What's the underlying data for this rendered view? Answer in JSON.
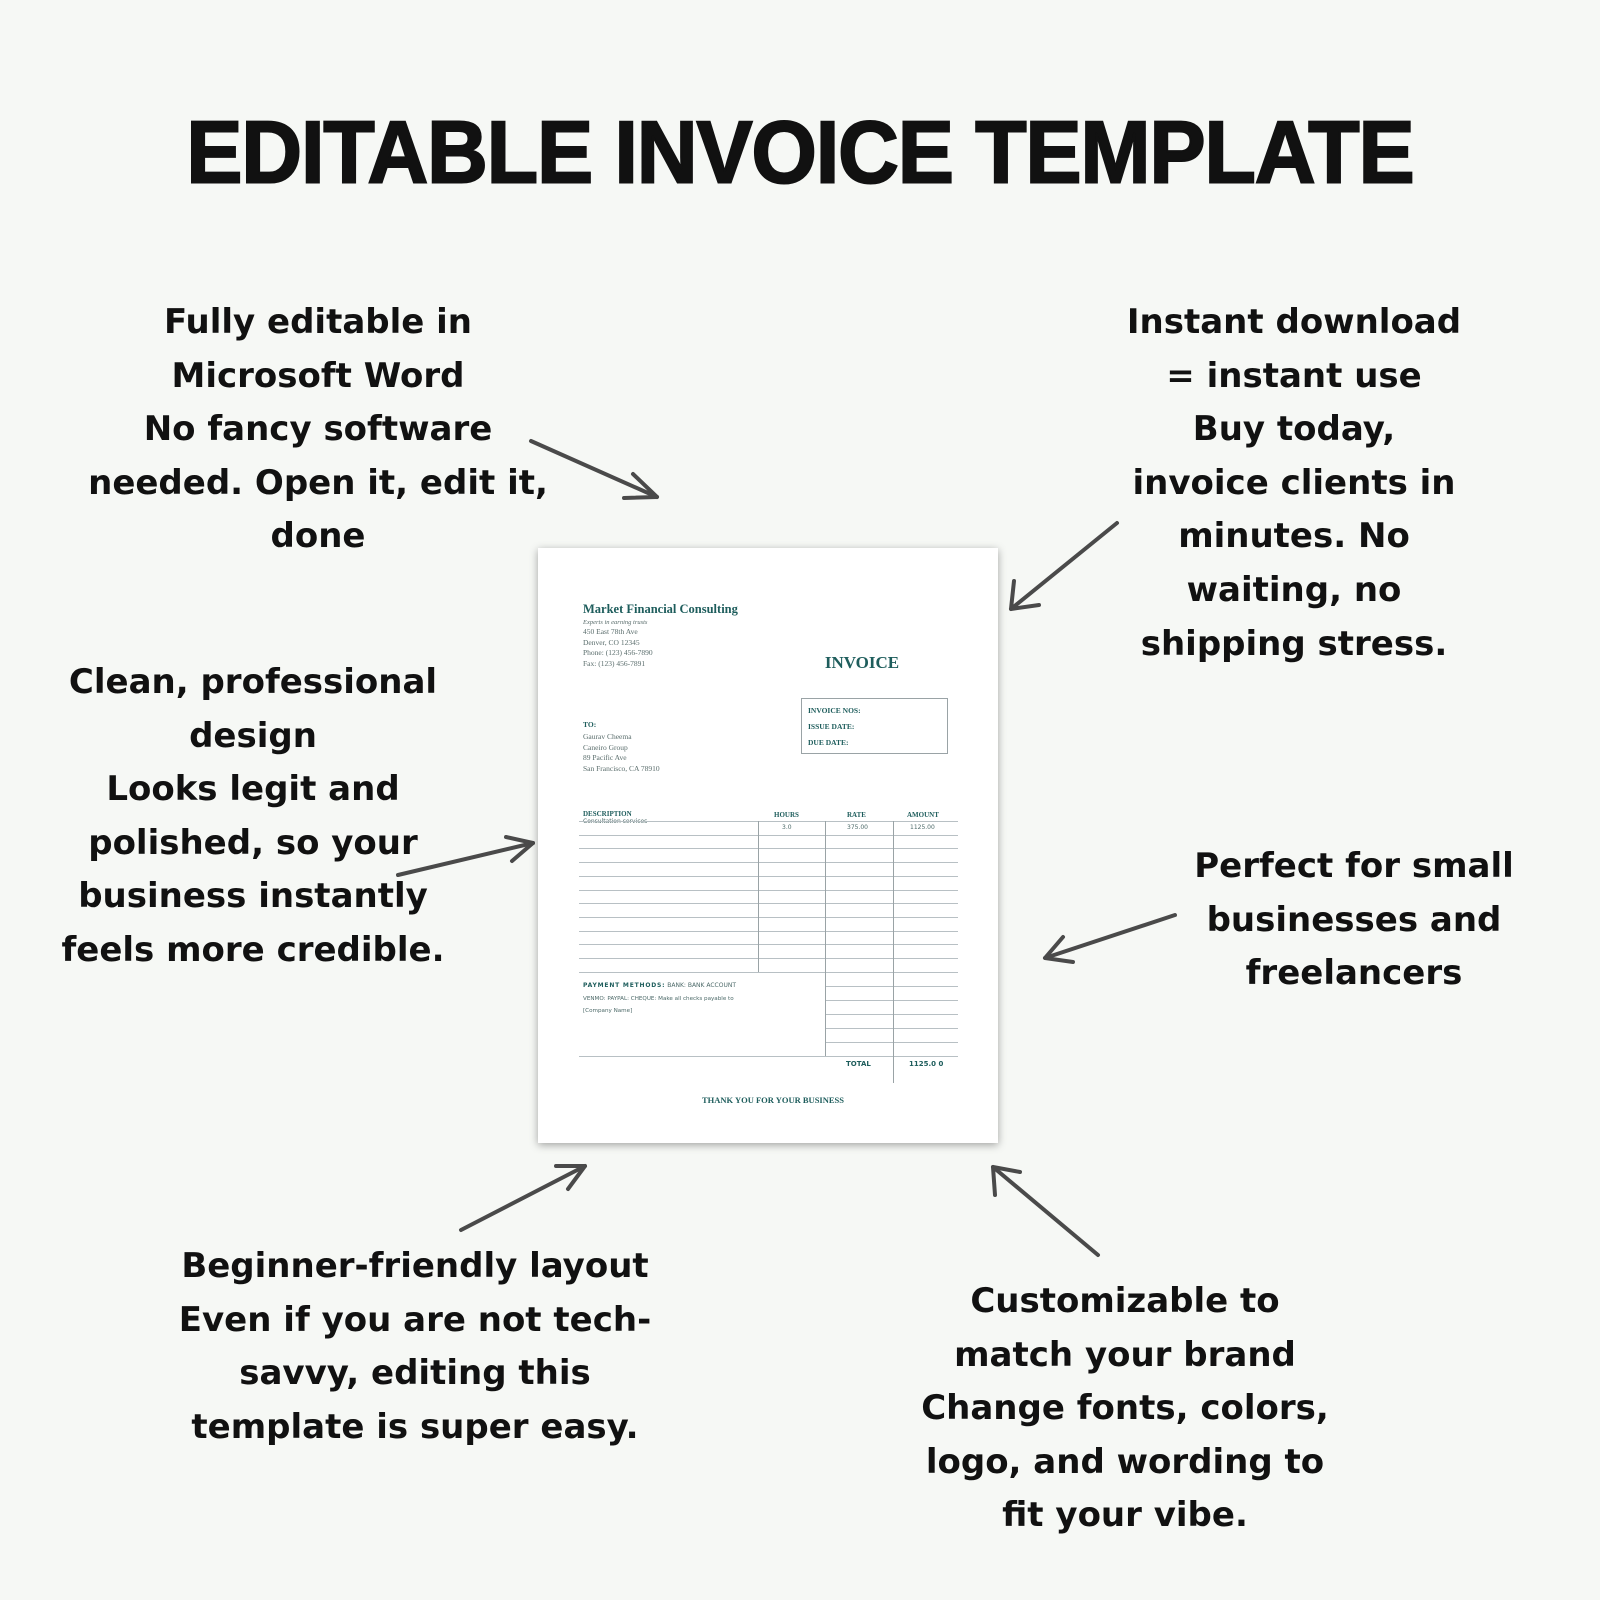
{
  "title": "EDITABLE INVOICE TEMPLATE",
  "features": [
    {
      "lines": [
        "Fully editable in",
        "Microsoft Word",
        "No fancy software",
        "needed. Open it, edit it,",
        "done"
      ]
    },
    {
      "lines": [
        "Instant download",
        "= instant use",
        "Buy today,",
        "invoice clients in",
        "minutes. No",
        "waiting, no",
        "shipping stress."
      ]
    },
    {
      "lines": [
        "Clean, professional",
        "design",
        "Looks legit and",
        "polished, so your",
        "business instantly",
        "feels more credible."
      ]
    },
    {
      "lines": [
        "Perfect for small",
        "businesses and",
        "freelancers"
      ]
    },
    {
      "lines": [
        "Beginner-friendly layout",
        "Even if you are not tech-",
        "savvy, editing this",
        "template is super easy."
      ]
    },
    {
      "lines": [
        "Customizable to",
        "match your brand",
        "Change fonts, colors,",
        "logo, and wording to",
        "fit your vibe."
      ]
    }
  ],
  "invoice": {
    "company": "Market Financial Consulting",
    "tagline": "Experts in earning trusts",
    "address": [
      "450 East 78th Ave",
      "Denver, CO 12345",
      "Phone: (123) 456-7890",
      "Fax: (123) 456-7891"
    ],
    "heading": "INVOICE",
    "meta": [
      "INVOICE NOS:",
      "ISSUE DATE:",
      "DUE DATE:"
    ],
    "to_label": "TO:",
    "to": [
      "Gaurav Cheema",
      "Caneiro Group",
      "89 Pacific Ave",
      "San Francisco, CA 78910"
    ],
    "columns": [
      "DESCRIPTION",
      "HOURS",
      "RATE",
      "AMOUNT"
    ],
    "items": [
      {
        "description": "Consultation services",
        "hours": "3.0",
        "rate": "375.00",
        "amount": "1125.00"
      }
    ],
    "payment_label": "PAYMENT METHODS:",
    "payment_text1": "BANK: BANK ACCOUNT",
    "payment_text2": "VENMO: PAYPAL: CHEQUE: Make all checks payable to",
    "payment_text3": "[Company Name]",
    "total_label": "TOTAL",
    "total": "1125.0 0",
    "thanks": "THANK YOU FOR YOUR BUSINESS"
  },
  "colors": {
    "accent": "#1e5d5c",
    "arrow": "#4a4a4a"
  }
}
